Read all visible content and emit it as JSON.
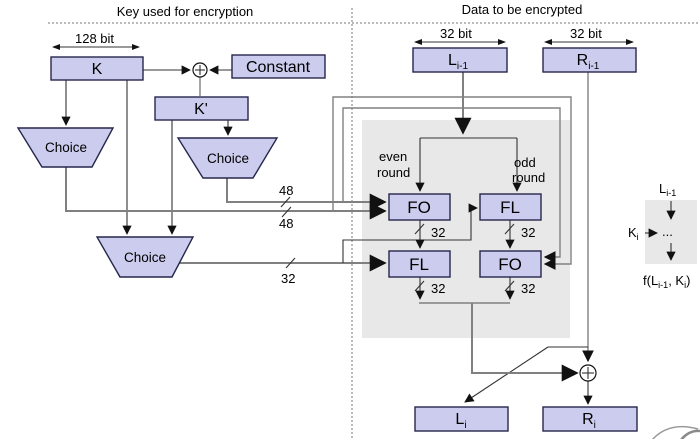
{
  "titles": {
    "left": "Key used for encryption",
    "right": "Data to be encrypted"
  },
  "measures": {
    "key_width": "128 bit",
    "left_data_width": "32 bit",
    "right_data_width": "32 bit"
  },
  "key_section": {
    "k": "K",
    "constant": "Constant",
    "k_prime": "K'",
    "choices": [
      "Choice",
      "Choice",
      "Choice"
    ],
    "bus48_top": "48",
    "bus48_bottom": "48",
    "bus32": "32"
  },
  "data_section": {
    "l_prev": {
      "main": "L",
      "sub": "i-1"
    },
    "r_prev": {
      "main": "R",
      "sub": "i-1"
    },
    "round_labels": {
      "even1": "even",
      "even2": "round",
      "odd1": "odd",
      "odd2": "round"
    },
    "blocks": {
      "fo1": "FO",
      "fl1": "FL",
      "fl2": "FL",
      "fo2": "FO"
    },
    "widths32": [
      "32",
      "32",
      "32",
      "32"
    ],
    "l_out": {
      "main": "L",
      "sub": "i"
    },
    "r_out": {
      "main": "R",
      "sub": "i"
    }
  },
  "mini_diagram": {
    "input": {
      "main": "L",
      "sub": "i-1"
    },
    "key": {
      "main": "K",
      "sub": "i"
    },
    "dots": "...",
    "output": {
      "p1": "f(L",
      "s1": "i-1",
      "p2": ", K",
      "s2": "i",
      "p3": ")"
    }
  },
  "colors": {
    "box_fill": "#ccccee",
    "box_stroke": "#26264d",
    "shade": "#e8e8e8",
    "line_gray": "#808080",
    "line_dark": "#333333"
  }
}
